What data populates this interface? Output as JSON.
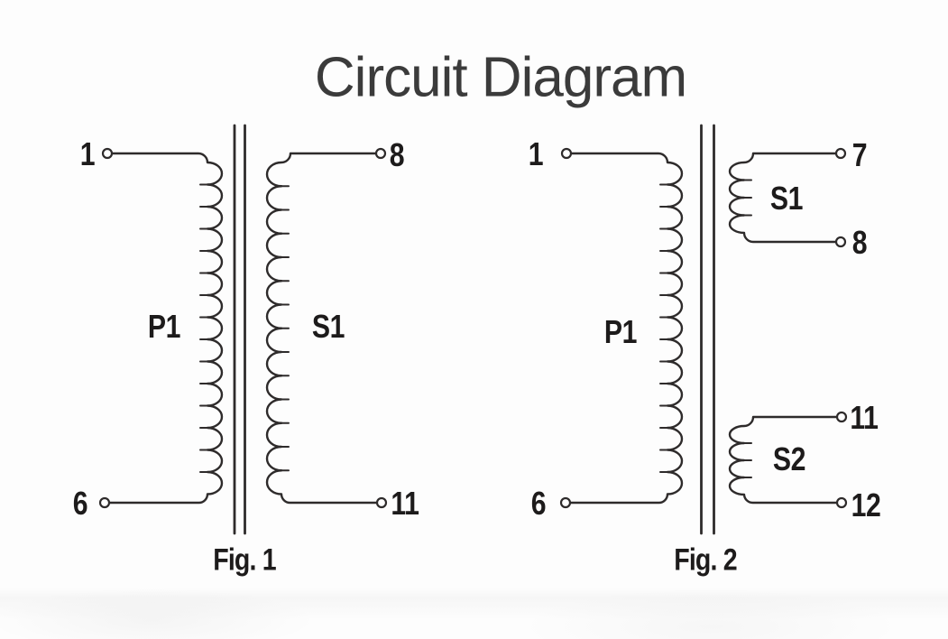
{
  "title": "Circuit Diagram",
  "fig1": {
    "caption": "Fig. 1",
    "primary_label": "P1",
    "secondary_label": "S1",
    "terminals": {
      "top_left": "1",
      "top_right": "8",
      "bottom_left": "6",
      "bottom_right": "11"
    }
  },
  "fig2": {
    "caption": "Fig. 2",
    "primary_label": "P1",
    "secondary1_label": "S1",
    "secondary2_label": "S2",
    "terminals": {
      "primary_top": "1",
      "primary_bottom": "6",
      "s1_top": "7",
      "s1_bottom": "8",
      "s2_top": "11",
      "s2_bottom": "12"
    }
  },
  "colors": {
    "line": "#2e2b2b",
    "label_text": "#1d1b1b",
    "title_text": "#3b3b3b",
    "background": "#fdfdfd"
  }
}
